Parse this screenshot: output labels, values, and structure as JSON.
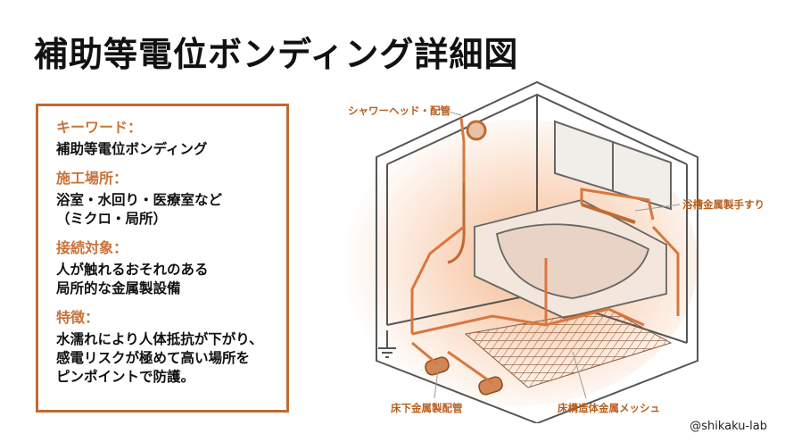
{
  "title": "補助等電位ボンディング詳細図",
  "info": {
    "keyword_head": "キーワード：",
    "keyword_body": "補助等電位ボンディング",
    "site_head": "施工場所：",
    "site_body": "浴室・水回り・医療室など\n（ミクロ・局所）",
    "target_head": "接続対象：",
    "target_body": "人が触れるおそれのある\n局所的な金属製設備",
    "feature_head": "特徴：",
    "feature_body": "水濡れにより人体抵抗が下がり、\n感電リスクが極めて高い場所を\nピンポイントで防護。"
  },
  "callouts": {
    "shower": "シャワーヘッド・配管",
    "handrail": "浴槽金属製手すり",
    "floor_pipe": "床下金属製配管",
    "mesh": "床構造体金属メッシュ"
  },
  "watermark": "@shikaku-lab",
  "colors": {
    "accent": "#c06a32",
    "bond_line": "#d9773d",
    "frame": "#555555"
  }
}
